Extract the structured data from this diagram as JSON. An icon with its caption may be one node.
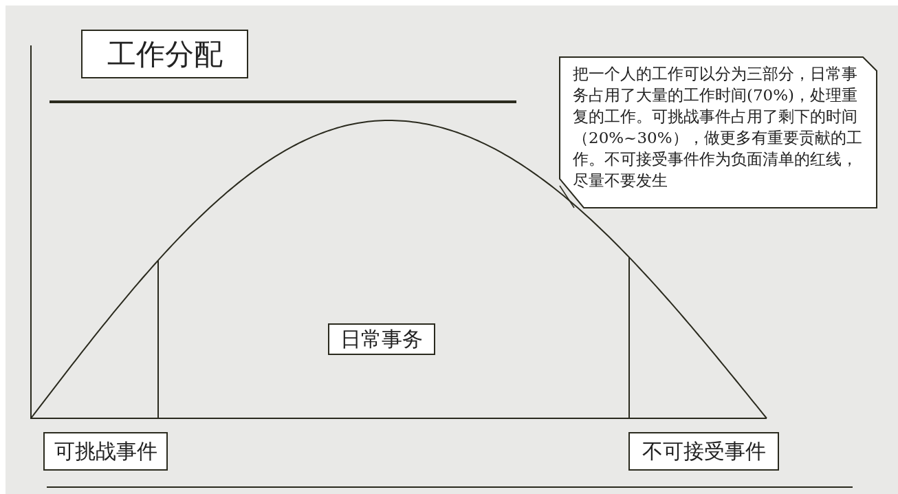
{
  "diagram": {
    "title": "工作分配",
    "nodes": [
      {
        "text": [
          "把一个人的工作可以分为三部分，日常事务占用了大量的工作时间(70%)，处理重复的工作。可挑战事件占用了剩下的时间（20%~30%），做更多有重要贡献的工作。不可接受事件作为负面清单的红线，尽量不要发生"
        ]
      },
      {
        "text": [
          "日常事务"
        ]
      },
      {
        "text": [
          "可挑战事件"
        ]
      },
      {
        "text": [
          "不可接受事件"
        ]
      }
    ],
    "edges": []
  }
}
